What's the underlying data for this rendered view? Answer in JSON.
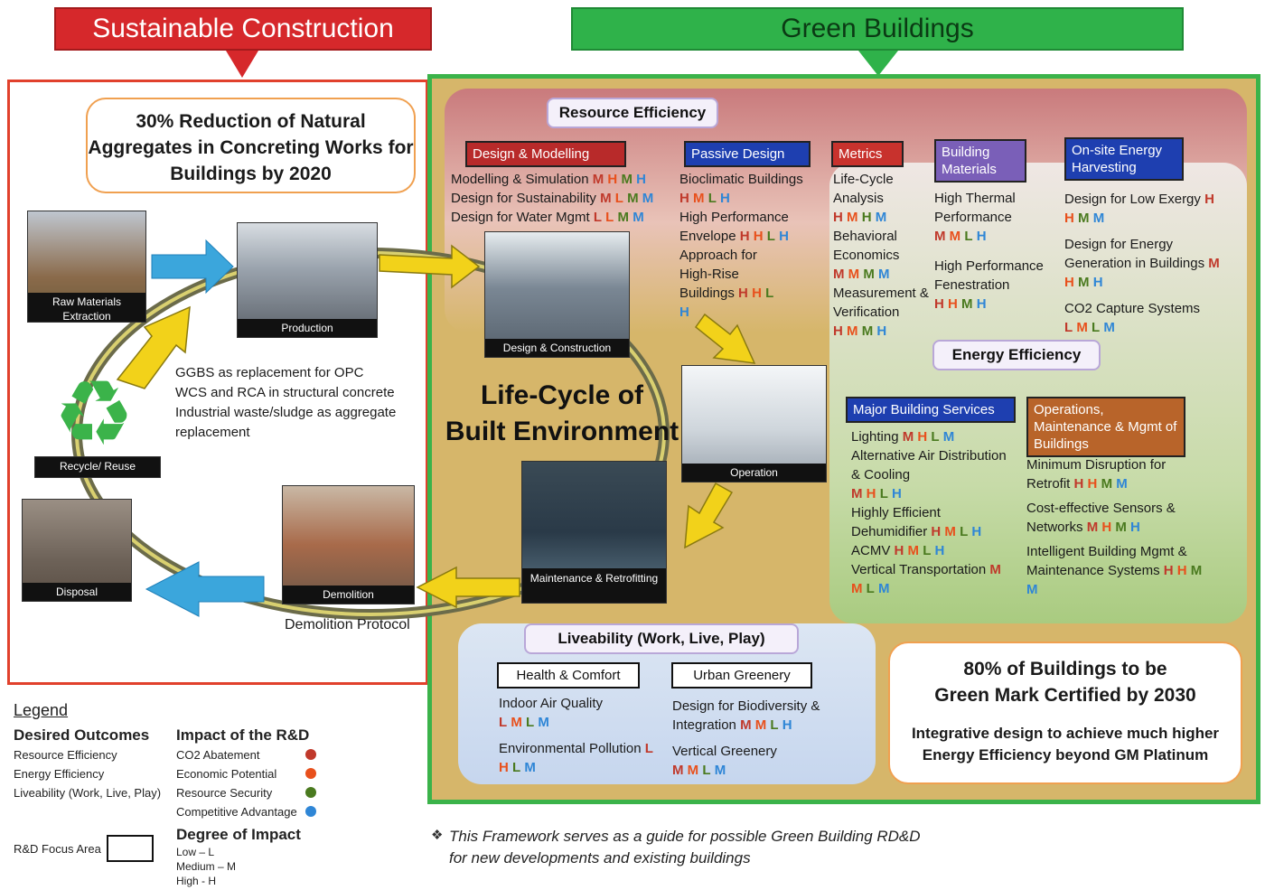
{
  "banners": {
    "left": "Sustainable Construction",
    "right": "Green Buildings"
  },
  "left_panel": {
    "goal": "30% Reduction of Natural Aggregates in Concreting Works for Buildings by 2020",
    "photos": {
      "raw": "Raw Materials Extraction",
      "production": "Production",
      "recycle": "Recycle/ Reuse",
      "disposal": "Disposal",
      "demolition": "Demolition"
    },
    "notes": [
      "GGBS as replacement for OPC",
      "WCS and RCA in structural concrete",
      "Industrial waste/sludge as aggregate",
      "replacement"
    ],
    "demolition_protocol": "Demolition Protocol"
  },
  "center": {
    "title_line1": "Life-Cycle of",
    "title_line2": "Built Environment",
    "photos": {
      "design": "Design & Construction",
      "operation": "Operation",
      "maintenance": "Maintenance & Retrofitting"
    }
  },
  "resource_efficiency": {
    "label": "Resource Efficiency",
    "design_modelling": {
      "label": "Design & Modelling",
      "items": [
        {
          "text": "Modelling & Simulation",
          "impact": [
            "M",
            "H",
            "M",
            "H"
          ]
        },
        {
          "text": "Design for Sustainability",
          "impact": [
            "M",
            "L",
            "M",
            "M"
          ]
        },
        {
          "text": "Design for Water Mgmt",
          "impact": [
            "L",
            "L",
            "M",
            "M"
          ]
        }
      ]
    },
    "passive_design": {
      "label": "Passive Design",
      "items": [
        {
          "text": "Bioclimatic Buildings",
          "impact": [
            "H",
            "M",
            "L",
            "H"
          ]
        },
        {
          "text": "High Performance Envelope",
          "impact": [
            "H",
            "H",
            "L",
            "H"
          ]
        },
        {
          "text": "Approach for High-Rise Buildings",
          "impact": [
            "H",
            "H",
            "L",
            "H"
          ]
        }
      ]
    },
    "metrics": {
      "label": "Metrics",
      "items": [
        {
          "text": "Life-Cycle Analysis",
          "impact": [
            "H",
            "M",
            "H",
            "M"
          ]
        },
        {
          "text": "Behavioral Economics",
          "impact": [
            "M",
            "M",
            "M",
            "M"
          ]
        },
        {
          "text": "Measurement & Verification",
          "impact": [
            "H",
            "M",
            "M",
            "H"
          ]
        }
      ]
    },
    "building_materials": {
      "label": "Building Materials",
      "items": [
        {
          "text": "High Thermal Performance",
          "impact": [
            "M",
            "M",
            "L",
            "H"
          ]
        },
        {
          "text": "High Performance Fenestration",
          "impact": [
            "H",
            "H",
            "M",
            "H"
          ]
        }
      ]
    },
    "onsite": {
      "label": "On-site Energy Harvesting",
      "items": [
        {
          "text": "Design for Low Exergy",
          "impact": [
            "H",
            "H",
            "M",
            "M"
          ]
        },
        {
          "text": "Design for Energy Generation in Buildings",
          "impact": [
            "M",
            "H",
            "M",
            "H"
          ]
        },
        {
          "text": "CO2 Capture Systems",
          "impact": [
            "L",
            "M",
            "L",
            "M"
          ]
        }
      ]
    }
  },
  "energy_efficiency": {
    "label": "Energy Efficiency",
    "major_services": {
      "label": "Major Building Services",
      "items": [
        {
          "text": "Lighting",
          "impact": [
            "M",
            "H",
            "L",
            "M"
          ]
        },
        {
          "text": "Alternative Air Distribution & Cooling",
          "impact": [
            "M",
            "H",
            "L",
            "H"
          ]
        },
        {
          "text": "Highly Efficient Dehumidifier",
          "impact": [
            "H",
            "M",
            "L",
            "H"
          ]
        },
        {
          "text": "ACMV",
          "impact": [
            "H",
            "M",
            "L",
            "H"
          ]
        },
        {
          "text": "Vertical Transportation",
          "impact": [
            "M",
            "M",
            "L",
            "M"
          ]
        }
      ]
    },
    "operations": {
      "label": "Operations, Maintenance & Mgmt of Buildings",
      "items": [
        {
          "text": "Minimum Disruption for Retrofit",
          "impact": [
            "H",
            "H",
            "M",
            "M"
          ]
        },
        {
          "text": "Cost-effective Sensors & Networks",
          "impact": [
            "M",
            "H",
            "M",
            "H"
          ]
        },
        {
          "text": "Intelligent Building Mgmt & Maintenance Systems",
          "impact": [
            "H",
            "H",
            "M",
            "M"
          ]
        }
      ]
    }
  },
  "liveability": {
    "label": "Liveability (Work, Live, Play)",
    "health": {
      "label": "Health & Comfort",
      "items": [
        {
          "text": "Indoor Air Quality",
          "impact": [
            "L",
            "M",
            "L",
            "M"
          ]
        },
        {
          "text": "Environmental Pollution",
          "impact": [
            "L",
            "H",
            "L",
            "M"
          ]
        }
      ]
    },
    "greenery": {
      "label": "Urban Greenery",
      "items": [
        {
          "text": "Design for Biodiversity & Integration",
          "impact": [
            "M",
            "M",
            "L",
            "H"
          ]
        },
        {
          "text": "Vertical Greenery",
          "impact": [
            "M",
            "M",
            "L",
            "M"
          ]
        }
      ]
    }
  },
  "green_goal": {
    "line1": "80% of Buildings to be",
    "line2": "Green Mark Certified by 2030",
    "line3": "Integrative design to achieve much higher",
    "line4": "Energy Efficiency beyond GM Platinum"
  },
  "legend": {
    "title": "Legend",
    "outcomes_title": "Desired Outcomes",
    "outcomes": [
      "Resource Efficiency",
      "Energy Efficiency",
      "Liveability (Work, Live, Play)"
    ],
    "impact_title": "Impact of the R&D",
    "impacts": [
      {
        "label": "CO2 Abatement",
        "color": "#c0392b"
      },
      {
        "label": "Economic Potential",
        "color": "#e8501c"
      },
      {
        "label": "Resource Security",
        "color": "#4a7a1f"
      },
      {
        "label": "Competitive Advantage",
        "color": "#2f86d6"
      }
    ],
    "focus_label": "R&D Focus Area",
    "degree_title": "Degree of Impact",
    "degrees": [
      "Low – L",
      "Medium – M",
      "High - H"
    ]
  },
  "footnote": {
    "line1": "This Framework serves as a guide for possible Green Building RD&D",
    "line2": "for new developments and existing buildings"
  },
  "colors": {
    "impact_order": [
      "#c0392b",
      "#e8501c",
      "#4a7a1f",
      "#2f86d6"
    ]
  }
}
